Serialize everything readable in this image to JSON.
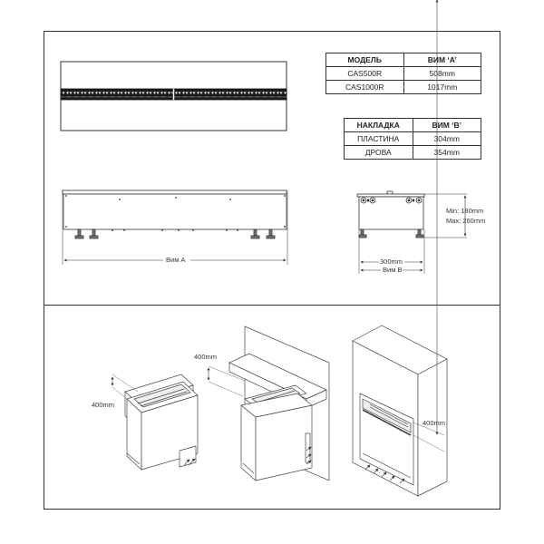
{
  "model_table": {
    "headers": [
      "МОДЕЛЬ",
      "ВИМ ‘A’"
    ],
    "rows": [
      [
        "CAS500R",
        "508mm"
      ],
      [
        "CAS1000R",
        "1017mm"
      ]
    ]
  },
  "trim_table": {
    "headers": [
      "НАКЛАДКА",
      "ВИМ ‘B’"
    ],
    "rows": [
      [
        "ПЛАСТИНА",
        "304mm"
      ],
      [
        "ДРОВА",
        "354mm"
      ]
    ]
  },
  "front_view": {
    "width_label": "Вим A"
  },
  "side_view": {
    "height_min": "Min: 180mm",
    "height_max": "Max: 260mm",
    "depth_label": "300mm",
    "overall_label": "Вим B"
  },
  "installations": [
    {
      "name": "freestanding-box",
      "clearance_label": "400mm"
    },
    {
      "name": "wall-shelf",
      "clearance_label": "400mm"
    },
    {
      "name": "built-in-chimney-breast",
      "clearance_label": "400mm"
    }
  ],
  "colors": {
    "line": "#333333",
    "burner_strip": "#1a1a1a",
    "background": "#ffffff"
  }
}
